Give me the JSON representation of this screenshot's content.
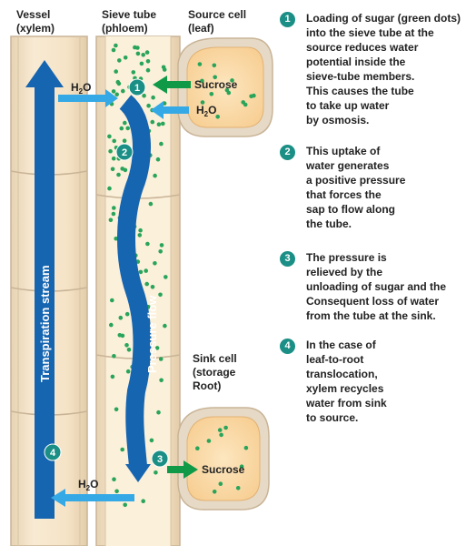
{
  "headers": {
    "vessel": "Vessel\n(xylem)",
    "sieve_tube": "Sieve tube\n(phloem)",
    "source_cell": "Source cell\n(leaf)",
    "sink_cell": "Sink cell\n(storage\nRoot)"
  },
  "labels": {
    "transpiration": "Transpiration stream",
    "pressure_flow": "Pressure flow",
    "sucrose_in": "Sucrose",
    "sucrose_out": "Sucrose",
    "h2o_top": "H",
    "h2o_sub": "2",
    "h2o_tail": "O"
  },
  "markers": {
    "m1": "1",
    "m2": "2",
    "m3": "3",
    "m4": "4"
  },
  "steps": [
    {
      "num": "1",
      "text": "Loading of sugar (green dots)\ninto the sieve tube at the\nsource reduces water\npotential inside the\nsieve-tube members.\nThis causes the tube\nto take up water\nby osmosis."
    },
    {
      "num": "2",
      "text": "This uptake of\nwater generates\na positive pressure\nthat forces the\nsap to flow along\nthe tube."
    },
    {
      "num": "3",
      "text": "The pressure is\nrelieved by the\nunloading of sugar and the\nConsequent loss of water\nfrom the tube at the sink."
    },
    {
      "num": "4",
      "text": "In the case of\nleaf-to-root\ntranslocation,\nxylem recycles\nwater from sink\nto source."
    }
  ],
  "colors": {
    "tube_fill": "#f6e6cc",
    "phloem_fill": "#fbf0da",
    "tube_edge": "#c9b497",
    "cell_fill": "#fbdcaa",
    "cell_wall": "#e4d7c2",
    "blue_arrow": "#1665b0",
    "light_arrow": "#35a9e6",
    "green_arrow": "#109a48",
    "sugar_dot": "#29a45a",
    "teal_marker": "#1b8f86"
  }
}
